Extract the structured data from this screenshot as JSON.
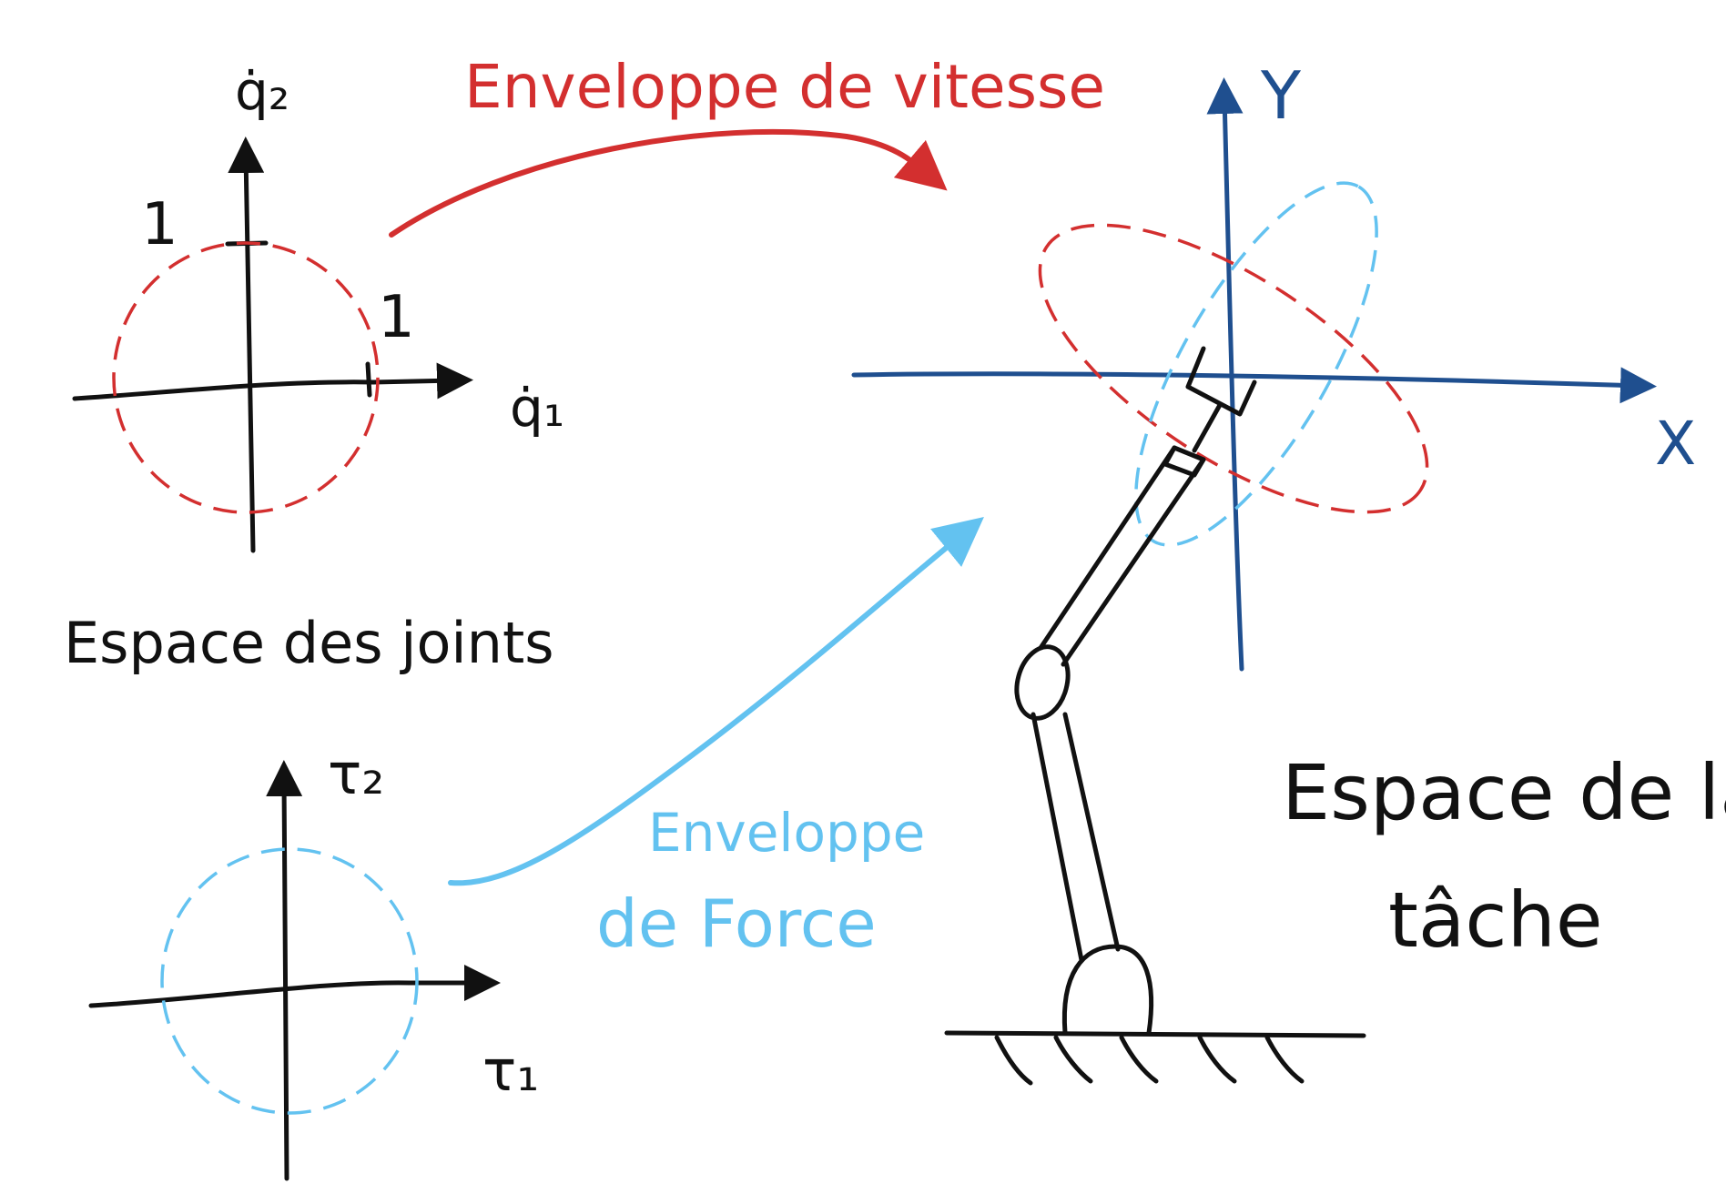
{
  "colors": {
    "black": "#111111",
    "velocity": "#d32f2f",
    "force": "#63c2f0",
    "task_axes": "#1f4f8f"
  },
  "joint_space": {
    "title": "Espace des joints",
    "axis_x_label": "q̇₁",
    "axis_y_label": "q̇₂",
    "tick_x": "1",
    "tick_y": "1"
  },
  "torque_space": {
    "axis_x_label": "τ₁",
    "axis_y_label": "τ₂"
  },
  "arrows": {
    "velocity_label": "Enveloppe de vitesse",
    "force_label_line1": "Enveloppe",
    "force_label_line2": "de Force"
  },
  "task_space": {
    "title_line1": "Espace de la",
    "title_line2": "tâche",
    "axis_x_label": "X",
    "axis_y_label": "Y"
  }
}
